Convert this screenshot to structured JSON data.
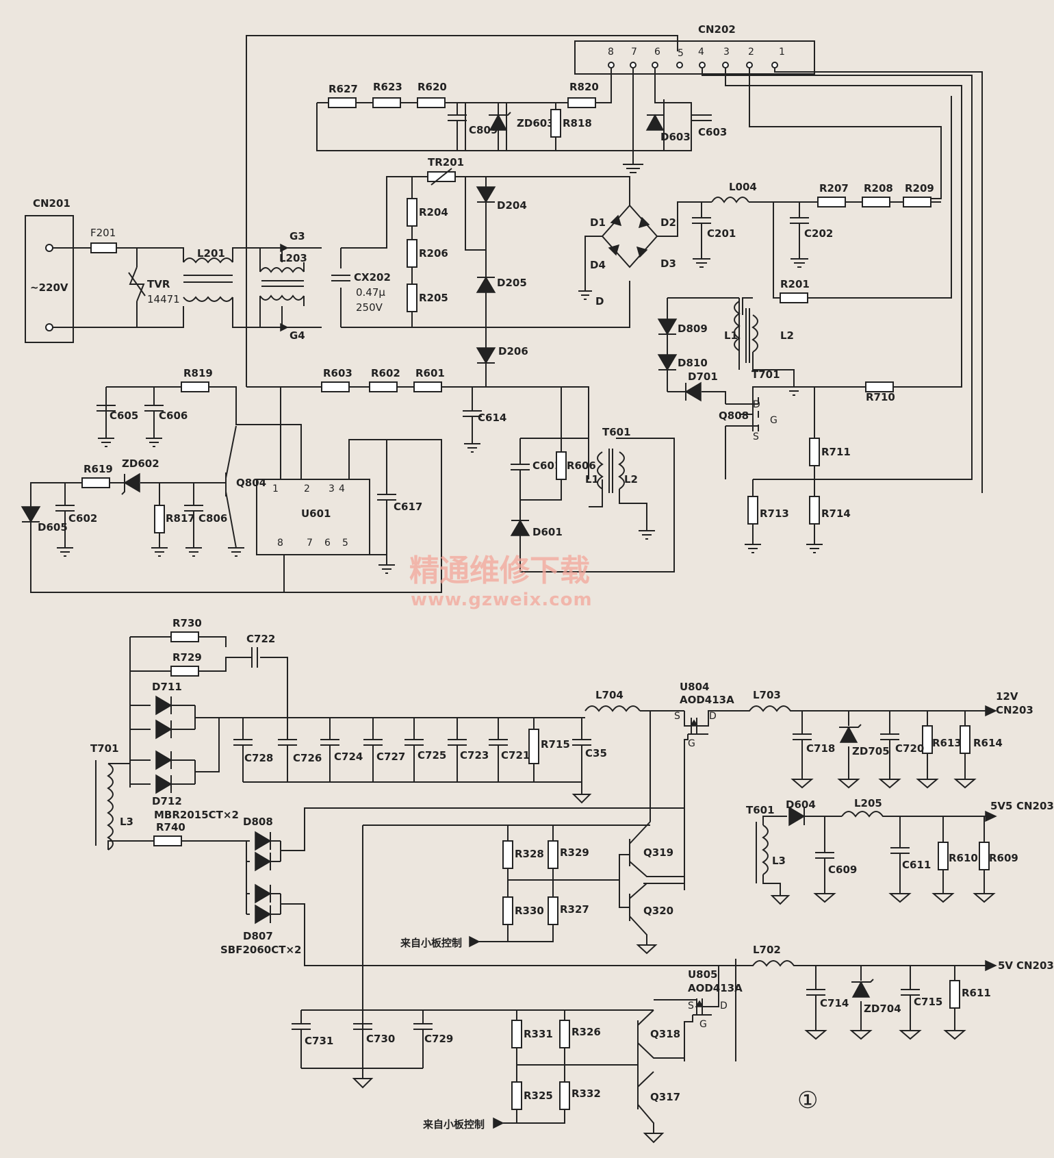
{
  "connectors": {
    "cn201": "CN201",
    "ac_input": "~220V",
    "cn202": "CN202",
    "cn202_pins": [
      "8",
      "7",
      "6",
      "5",
      "4",
      "3",
      "2",
      "1"
    ],
    "cn203": "CN203"
  },
  "outputs": {
    "out_12v": "12V",
    "out_5v5": "5V5",
    "out_5v": "5V"
  },
  "control_label": "来自小板控制",
  "resistors": {
    "R627": "R627",
    "R623": "R623",
    "R620": "R620",
    "R820": "R820",
    "R818": "R818",
    "R204": "R204",
    "R206": "R206",
    "R205": "R205",
    "R207": "R207",
    "R208": "R208",
    "R209": "R209",
    "R201": "R201",
    "R819": "R819",
    "R603": "R603",
    "R602": "R602",
    "R601": "R601",
    "R619": "R619",
    "R817": "R817",
    "R606": "R606",
    "R710": "R710",
    "R711": "R711",
    "R713": "R713",
    "R714": "R714",
    "R730": "R730",
    "R729": "R729",
    "R740": "R740",
    "R715": "R715",
    "R328": "R328",
    "R329": "R329",
    "R330": "R330",
    "R327": "R327",
    "R613": "R613",
    "R614": "R614",
    "R610": "R610",
    "R609": "R609",
    "R611": "R611",
    "R331": "R331",
    "R326": "R326",
    "R325": "R325",
    "R332": "R332"
  },
  "capacitors": {
    "C809": "C809",
    "C603": "C603",
    "CX202": "CX202",
    "CX202_value": "0.47μ",
    "CX202_voltage": "250V",
    "C201": "C201",
    "C202": "C202",
    "C605": "C605",
    "C606": "C606",
    "C614": "C614",
    "C602": "C602",
    "C806": "C806",
    "C617": "C617",
    "C601": "C601",
    "C722": "C722",
    "C728": "C728",
    "C726": "C726",
    "C724": "C724",
    "C727": "C727",
    "C725": "C725",
    "C723": "C723",
    "C721": "C721",
    "C35": "C35",
    "C718": "C718",
    "C720": "C720",
    "C609": "C609",
    "C611": "C611",
    "C714": "C714",
    "C715": "C715",
    "C731": "C731",
    "C730": "C730",
    "C729": "C729"
  },
  "diodes": {
    "ZD603": "ZD603",
    "D603": "D603",
    "D204": "D204",
    "D205": "D205",
    "D206": "D206",
    "D1": "D1",
    "D2": "D2",
    "D3": "D3",
    "D4": "D4",
    "D": "D",
    "D809": "D809",
    "D810": "D810",
    "D701": "D701",
    "ZD602": "ZD602",
    "D605": "D605",
    "D601": "D601",
    "D711": "D711",
    "D712": "D712",
    "MBR": "MBR2015CT×2",
    "D808": "D808",
    "D807": "D807",
    "SBF": "SBF2060CT×2",
    "ZD705": "ZD705",
    "D604": "D604",
    "ZD704": "ZD704"
  },
  "inductors": {
    "L201": "L201",
    "L203": "L203",
    "L004": "L004",
    "L1": "L1",
    "L2": "L2",
    "L3": "L3",
    "L704": "L704",
    "L703": "L703",
    "L205": "L205",
    "L702": "L702"
  },
  "misc": {
    "F201": "F201",
    "TVR": "TVR",
    "TVR_value": "14471",
    "G3": "G3",
    "G4": "G4",
    "TR201": "TR201",
    "T701": "T701",
    "T601": "T601",
    "Q808": "Q808",
    "D_pin": "D",
    "G_pin": "G",
    "S_pin": "S",
    "Q804": "Q804",
    "U601": "U601",
    "U601_pins": [
      "1",
      "2",
      "3",
      "4",
      "8",
      "7",
      "6",
      "5"
    ],
    "U804": "U804",
    "U804_part": "AOD413A",
    "U805": "U805",
    "U805_part": "AOD413A",
    "Q319": "Q319",
    "Q320": "Q320",
    "Q318": "Q318",
    "Q317": "Q317"
  },
  "watermark": {
    "cn": "精通维修下载",
    "url": "www.gzweix.com"
  },
  "figure_mark": "①"
}
